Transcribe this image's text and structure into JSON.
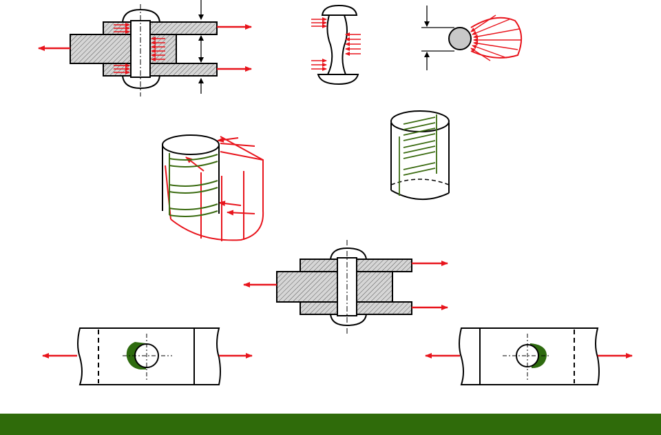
{
  "colors": {
    "background": "#ffffff",
    "line": "#000000",
    "force_arrow": "#e8141c",
    "fiber": "#3a6b10",
    "bearing_fill": "#2e6b0f",
    "metal_fill": "#d6d6d6",
    "footer_bar": "#2f6b0a"
  },
  "figure": {
    "panels": [
      "riveted-lap-joint-section",
      "rivet-shank-bearing-stress",
      "pin-contact-pressure",
      "rivet-shear-fibers",
      "rivet-shear-planes",
      "riveted-joint-section-lower",
      "plate-hole-bearing-left",
      "plate-hole-bearing-right"
    ]
  }
}
